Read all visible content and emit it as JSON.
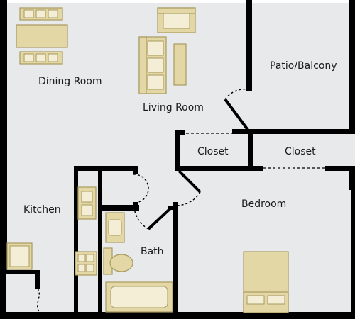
{
  "colors": {
    "floor": "#e8e9eb",
    "wall": "#000000",
    "fixture_fill": "#e3d7a6",
    "fixture_outline": "#a99a5f",
    "outside": "#ffffff"
  },
  "rooms": {
    "dining_room": "Dining Room",
    "living_room": "Living Room",
    "patio_balcony": "Patio/Balcony",
    "closet_left": "Closet",
    "closet_right": "Closet",
    "kitchen": "Kitchen",
    "bedroom": "Bedroom",
    "bath": "Bath"
  },
  "icons": {
    "dining_table": "dining-table-icon",
    "sofa": "sofa-icon",
    "armchair": "armchair-icon",
    "coffee_table": "coffee-table-icon",
    "bed": "bed-icon",
    "bathtub": "bathtub-icon",
    "toilet": "toilet-icon",
    "sink": "sink-icon",
    "stove": "stove-icon",
    "refrigerator": "refrigerator-icon"
  }
}
